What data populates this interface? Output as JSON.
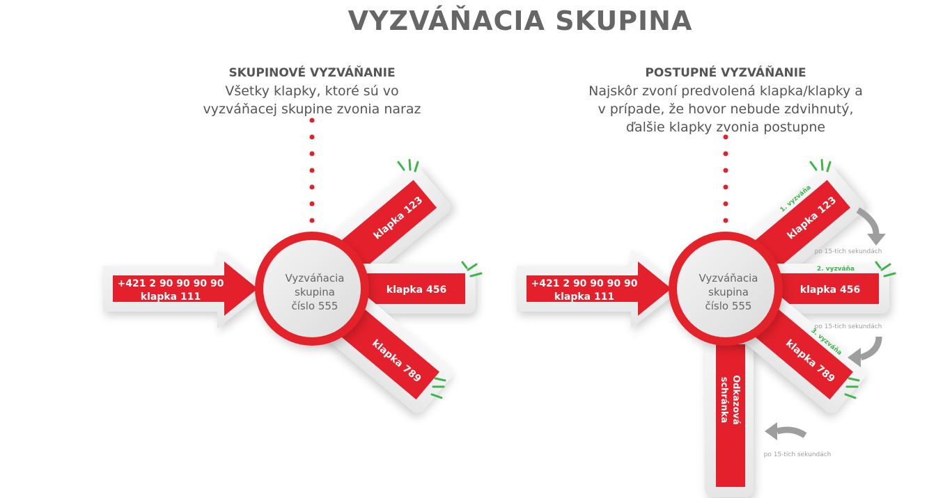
{
  "title": "VYZVÁŇACIA SKUPINA",
  "left": {
    "heading": "SKUPINOVÉ VYZVÁŇANIE",
    "description": [
      "Všetky klapky, ktoré sú vo",
      "vyzváňacej skupine zvonia naraz"
    ],
    "caller": [
      "+421 2 90 90 90 90",
      "klapka 111"
    ],
    "group": [
      "Vyzváňacia",
      "skupina",
      "číslo 555"
    ],
    "extensions": [
      "klapka 123",
      "klapka 456",
      "klapka 789"
    ]
  },
  "right": {
    "heading": "POSTUPNÉ VYZVÁŇANIE",
    "description": [
      "Najskôr zvoní predvolená klapka/klapky a",
      "v prípade, že hovor nebude zdvihnutý,",
      "ďalšie klapky zvonia postupne"
    ],
    "caller": [
      "+421 2 90 90 90 90",
      "klapka 111"
    ],
    "group": [
      "Vyzváňacia",
      "skupina",
      "číslo 555"
    ],
    "extensions": [
      "klapka 123",
      "klapka 456",
      "klapka 789"
    ],
    "order_labels": [
      "1. vyzváňa",
      "2. vyzváňa",
      "3. vyzváňa"
    ],
    "delay_label": "po 15-tich sekundách",
    "voicemail": [
      "Odkazová",
      "schránka"
    ]
  },
  "colors": {
    "red": "#e3202b",
    "dark_red": "#c41820",
    "green": "#3db54a",
    "gray_text": "#555555",
    "dotted": "#e3202b",
    "arrow_gray": "#9e9e9e"
  }
}
